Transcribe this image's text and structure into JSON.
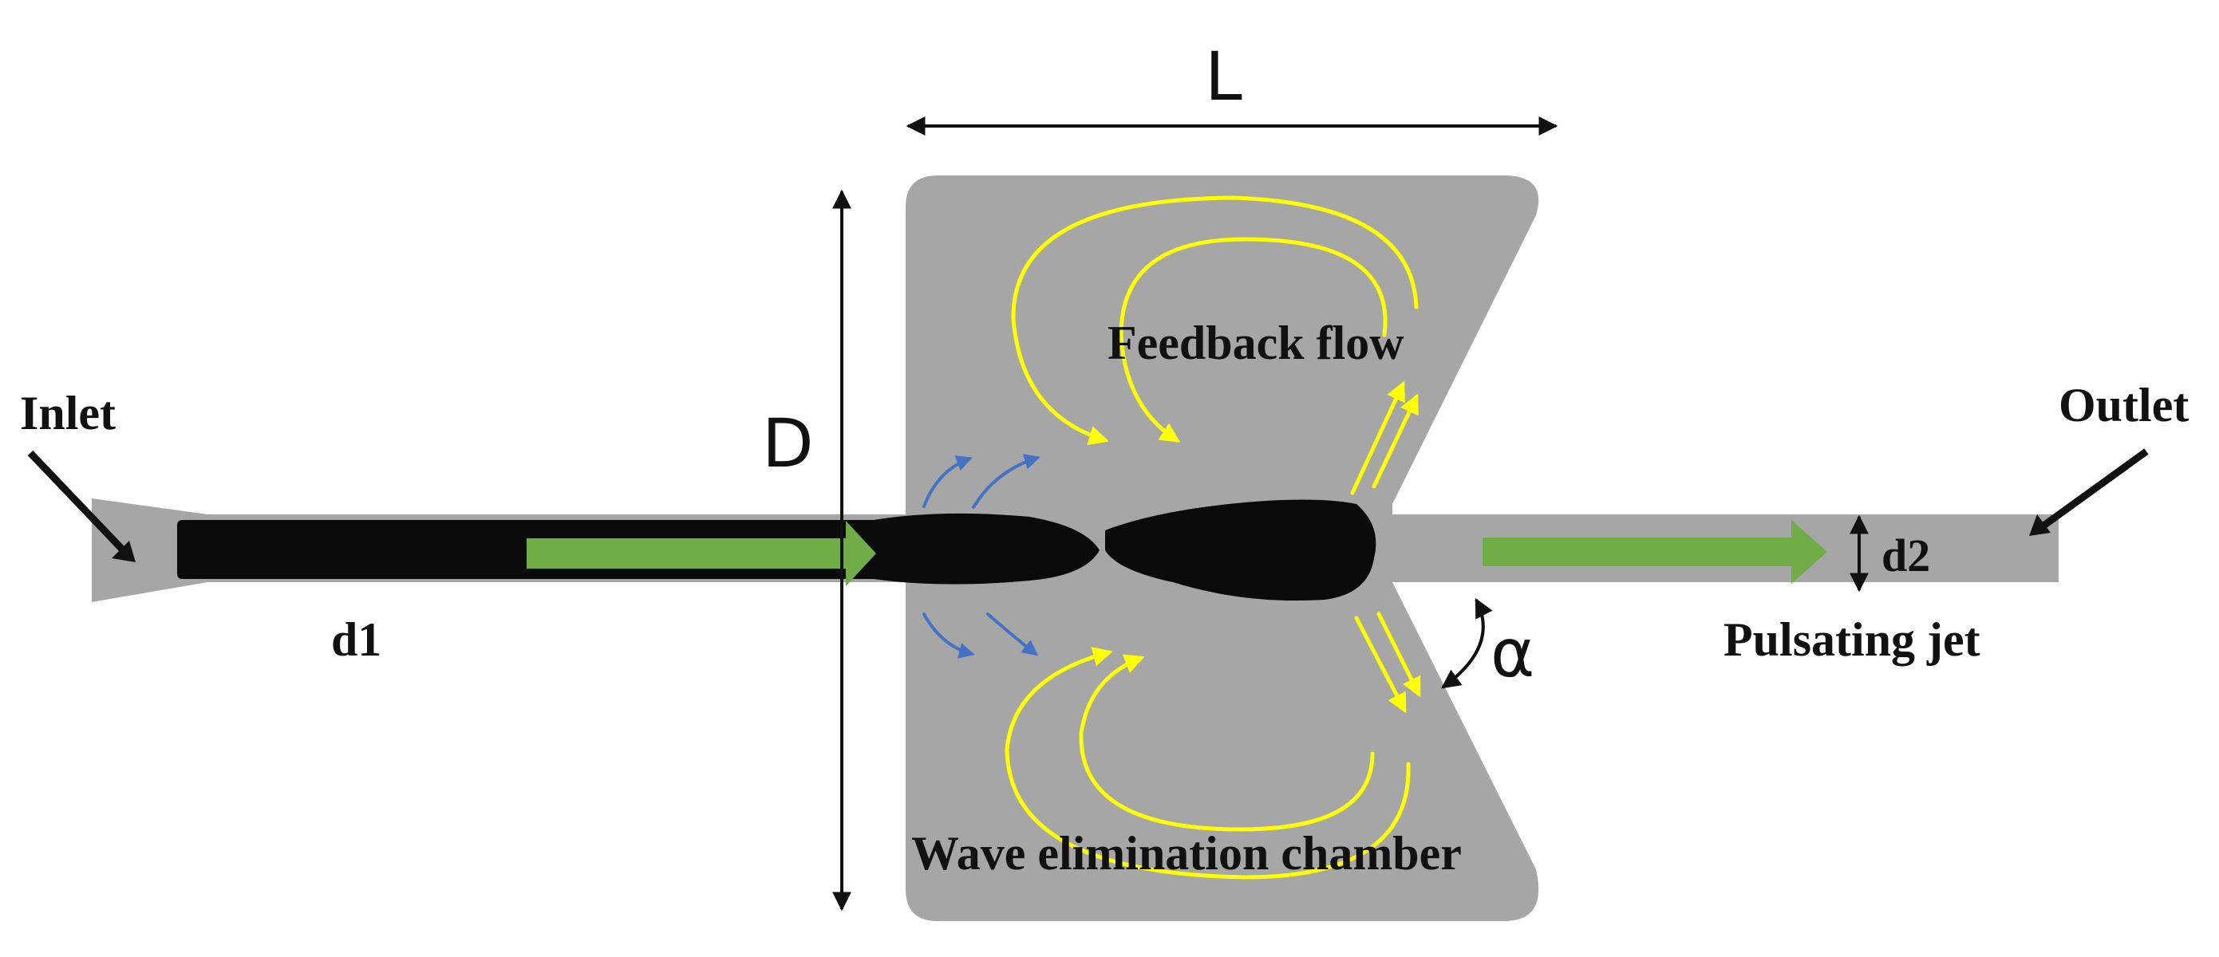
{
  "labels": {
    "inlet": "Inlet",
    "outlet": "Outlet",
    "d1": "d1",
    "d2": "d2",
    "D": "D",
    "L": "L",
    "alpha": "α",
    "feedback_flow": "Feedback flow",
    "pulsating_jet": "Pulsating jet",
    "chamber": "Wave elimination chamber"
  },
  "colors": {
    "body": "#a6a6a6",
    "jet": "#0a0a0a",
    "flow_arrow": "#70ad47",
    "feedback_arrow": "#ffff00",
    "vortex_arrow": "#4472c4",
    "dimension": "#111111"
  }
}
